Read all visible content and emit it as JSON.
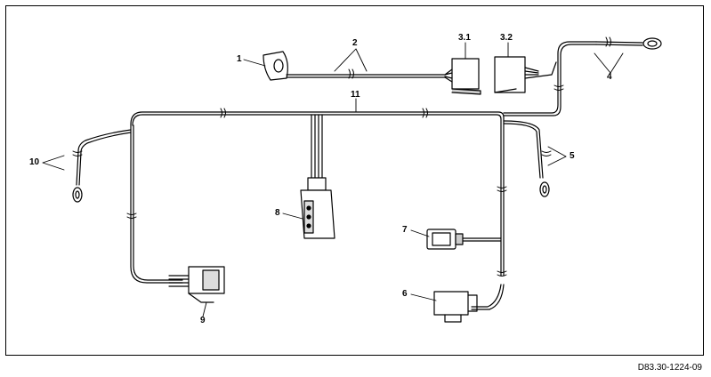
{
  "labels": {
    "l1": "1",
    "l2": "2",
    "l3_1": "3.1",
    "l3_2": "3.2",
    "l4": "4",
    "l5": "5",
    "l6": "6",
    "l7": "7",
    "l8": "8",
    "l9": "9",
    "l10": "10",
    "l11": "11"
  },
  "reference": "D83.30-1224-09"
}
